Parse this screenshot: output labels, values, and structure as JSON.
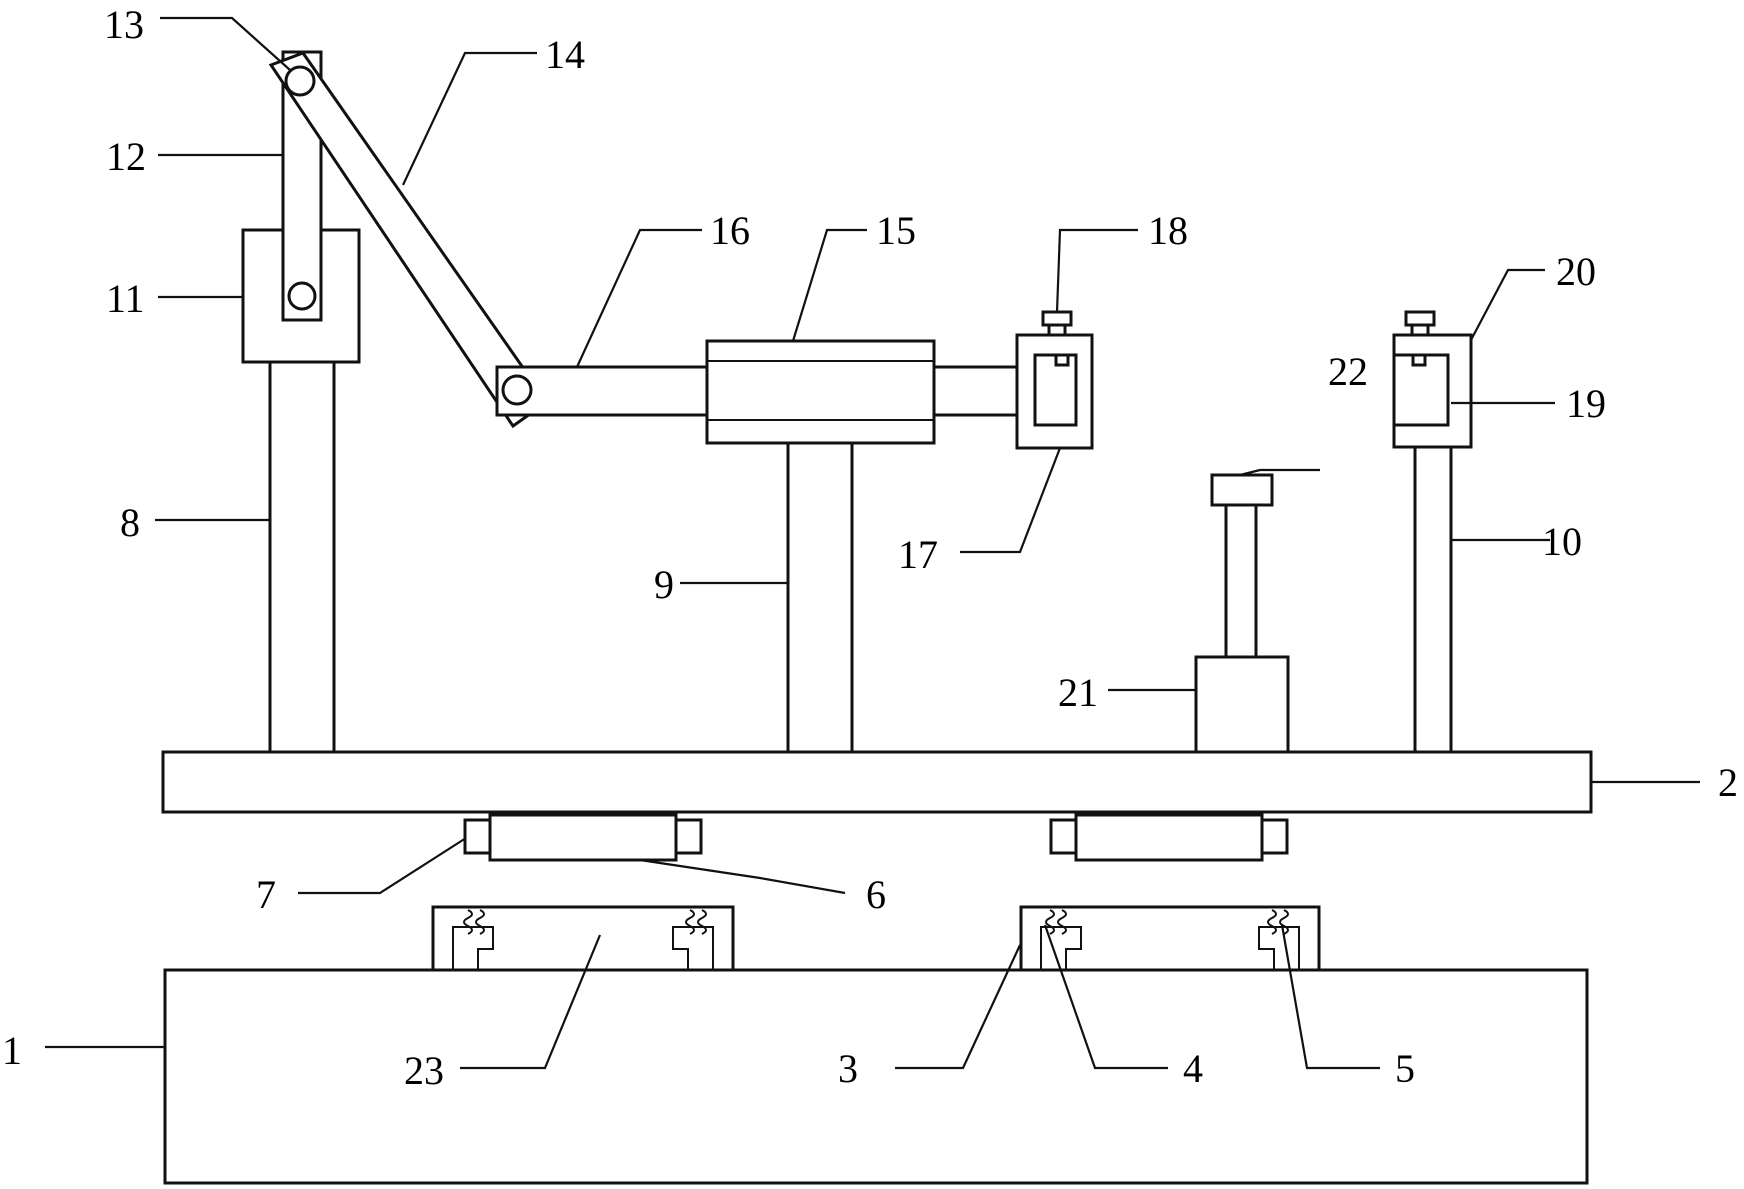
{
  "labels": {
    "l1": "1",
    "l2": "2",
    "l3": "3",
    "l4": "4",
    "l5": "5",
    "l6": "6",
    "l7": "7",
    "l8": "8",
    "l9": "9",
    "l10": "10",
    "l11": "11",
    "l12": "12",
    "l13": "13",
    "l14": "14",
    "l15": "15",
    "l16": "16",
    "l17": "17",
    "l18": "18",
    "l19": "19",
    "l20": "20",
    "l21": "21",
    "l22": "22",
    "l23": "23"
  },
  "colors": {
    "line": "#111111",
    "background": "#ffffff"
  }
}
